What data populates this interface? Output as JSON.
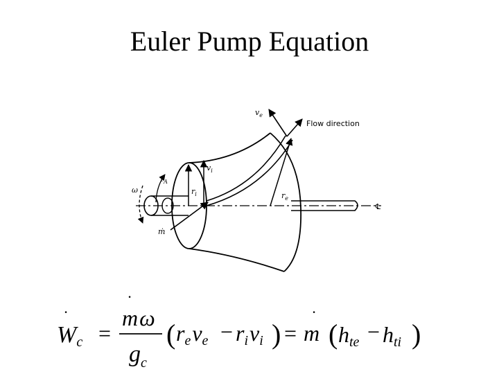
{
  "title": "Euler Pump Equation",
  "diagram": {
    "labels": {
      "ve": "v",
      "ve_sub": "e",
      "flow_direction": "Flow direction",
      "vi": "v",
      "vi_sub": "i",
      "tau": "τ",
      "tau_sub": "A",
      "omega": "ω",
      "ri": "r",
      "ri_sub": "i",
      "re": "r",
      "re_sub": "e",
      "mdot": "ṁ",
      "centerline": "℄"
    }
  },
  "equation": {
    "lhs_symbol": "W",
    "lhs_sub": "c",
    "equals": "=",
    "num_m": "m",
    "num_omega": "ω",
    "den_g": "g",
    "den_sub": "c",
    "lparen": "(",
    "re_r": "r",
    "re_sub": "e",
    "ve_v": "v",
    "ve_sub": "e",
    "minus": "−",
    "ri_r": "r",
    "ri_sub": "i",
    "vi_v": "v",
    "vi_sub": "i",
    "rparen": ")",
    "equals2": "=",
    "m2": "m",
    "lparen2": "(",
    "h1": "h",
    "h1_sub": "te",
    "minus2": "−",
    "h2": "h",
    "h2_sub": "ti",
    "rparen2": ")",
    "dot": "·"
  }
}
